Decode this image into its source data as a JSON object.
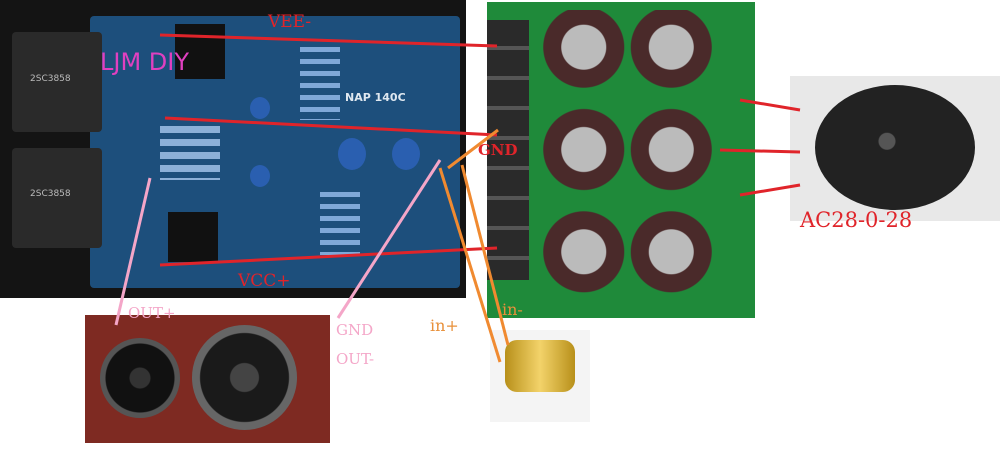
{
  "labels": {
    "vee": "VEE-",
    "brand": "LJM DIY",
    "gnd_input": "GND",
    "ac": "AC28-0-28",
    "vcc": "VCC+",
    "out_plus": "OUT+",
    "gnd_out": "GND",
    "out_minus": "OUT-",
    "in_plus": "in+",
    "in_minus": "in-"
  },
  "board": {
    "silkscreen_model": "NAP 140C",
    "transistor_mark": "2SC3858"
  },
  "colors": {
    "power_wire": "#e0242a",
    "output_wire": "#f4a6c8",
    "input_wire": "#f08a30",
    "amp_pcb": "#1d4f7c",
    "psu_pcb": "#1f8a3a",
    "brand_text": "#e040c0"
  }
}
